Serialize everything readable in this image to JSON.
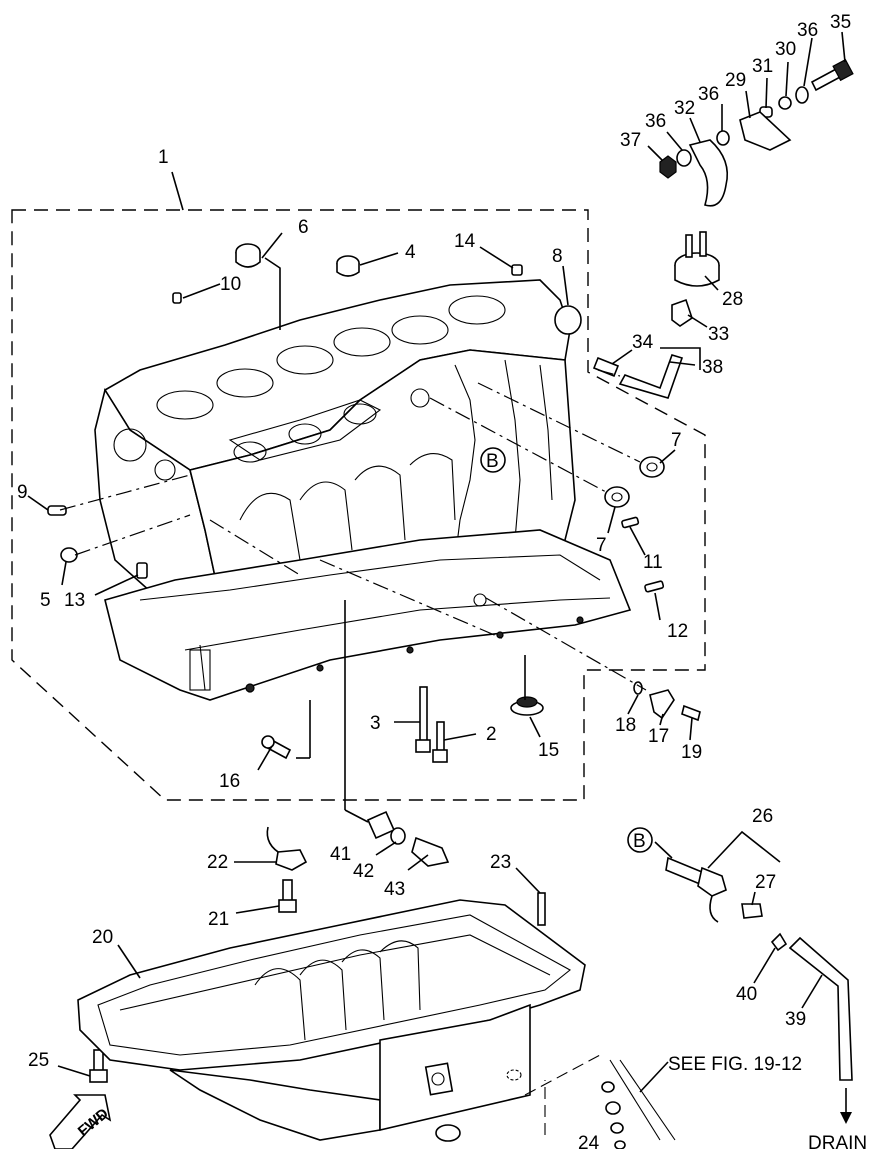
{
  "labels": {
    "p1": "1",
    "p2": "2",
    "p3": "3",
    "p4": "4",
    "p5": "5",
    "p6": "6",
    "p7a": "7",
    "p7b": "7",
    "p8": "8",
    "p9": "9",
    "p10": "10",
    "p11": "11",
    "p12": "12",
    "p13": "13",
    "p14": "14",
    "p15": "15",
    "p16": "16",
    "p17": "17",
    "p18": "18",
    "p19": "19",
    "p20": "20",
    "p21": "21",
    "p22": "22",
    "p23": "23",
    "p25": "25",
    "p26": "26",
    "p27": "27",
    "p28": "28",
    "p29": "29",
    "p30": "30",
    "p31": "31",
    "p32": "32",
    "p33": "33",
    "p34": "34",
    "p35": "35",
    "p36a": "36",
    "p36b": "36",
    "p36c": "36",
    "p37": "37",
    "p38": "38",
    "p39": "39",
    "p40": "40",
    "p41": "41",
    "p42": "42",
    "p43": "43",
    "p24": "24"
  },
  "ref_marker_b1": "B",
  "ref_marker_b2": "B",
  "see_fig": "SEE FIG. 19-12",
  "drain": "DRAIN",
  "fwd": "FWD"
}
